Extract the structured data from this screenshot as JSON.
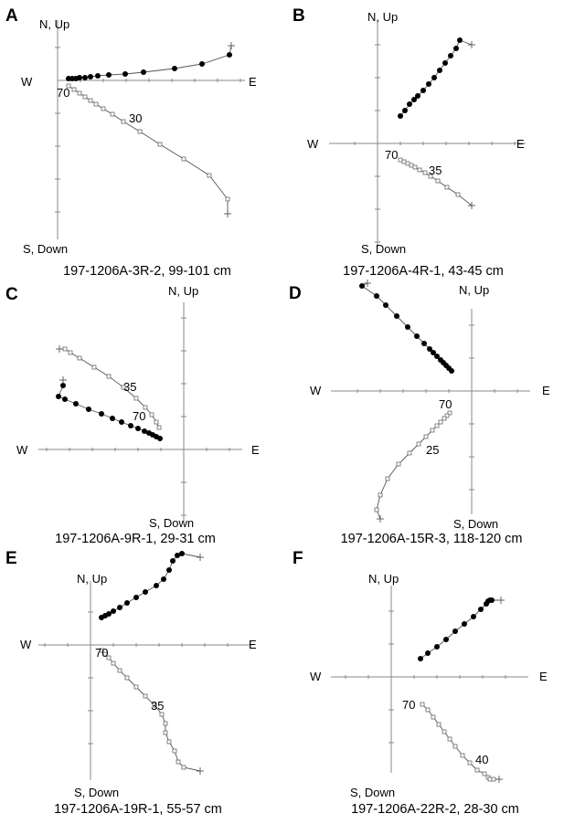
{
  "chart_data": [
    {
      "type": "scatter",
      "letter": "A",
      "caption": "197-1206A-3R-2, 99-101 cm",
      "axis_labels": {
        "n": "N, Up",
        "s": "S, Down",
        "w": "W",
        "e": "E"
      },
      "annotations": [
        "70",
        "30"
      ],
      "horizontal": [
        [
          0.12,
          0.02
        ],
        [
          0.16,
          0.02
        ],
        [
          0.2,
          0.02
        ],
        [
          0.24,
          0.03
        ],
        [
          0.3,
          0.03
        ],
        [
          0.36,
          0.04
        ],
        [
          0.44,
          0.05
        ],
        [
          0.56,
          0.06
        ],
        [
          0.74,
          0.07
        ],
        [
          0.94,
          0.09
        ],
        [
          1.28,
          0.13
        ],
        [
          1.58,
          0.18
        ],
        [
          1.88,
          0.28
        ],
        [
          1.9,
          0.38
        ]
      ],
      "vertical": [
        [
          0.12,
          -0.06
        ],
        [
          0.18,
          -0.1
        ],
        [
          0.24,
          -0.14
        ],
        [
          0.3,
          -0.18
        ],
        [
          0.36,
          -0.22
        ],
        [
          0.42,
          -0.26
        ],
        [
          0.5,
          -0.31
        ],
        [
          0.6,
          -0.37
        ],
        [
          0.72,
          -0.45
        ],
        [
          0.9,
          -0.56
        ],
        [
          1.12,
          -0.7
        ],
        [
          1.38,
          -0.86
        ],
        [
          1.66,
          -1.04
        ],
        [
          1.86,
          -1.3
        ],
        [
          1.86,
          -1.46
        ]
      ]
    },
    {
      "type": "scatter",
      "letter": "B",
      "caption": "197-1206A-4R-1, 43-45 cm",
      "axis_labels": {
        "n": "N, Up",
        "s": "S, Down",
        "w": "W",
        "e": "E"
      },
      "annotations": [
        "70",
        "35"
      ],
      "horizontal": [
        [
          0.25,
          0.3
        ],
        [
          0.3,
          0.36
        ],
        [
          0.35,
          0.43
        ],
        [
          0.4,
          0.48
        ],
        [
          0.44,
          0.52
        ],
        [
          0.5,
          0.58
        ],
        [
          0.56,
          0.65
        ],
        [
          0.62,
          0.72
        ],
        [
          0.68,
          0.8
        ],
        [
          0.74,
          0.88
        ],
        [
          0.8,
          0.96
        ],
        [
          0.86,
          1.04
        ],
        [
          0.9,
          1.13
        ],
        [
          1.03,
          1.08
        ]
      ],
      "vertical": [
        [
          0.25,
          -0.18
        ],
        [
          0.29,
          -0.2
        ],
        [
          0.33,
          -0.22
        ],
        [
          0.37,
          -0.24
        ],
        [
          0.41,
          -0.26
        ],
        [
          0.46,
          -0.29
        ],
        [
          0.52,
          -0.32
        ],
        [
          0.58,
          -0.36
        ],
        [
          0.66,
          -0.41
        ],
        [
          0.76,
          -0.48
        ],
        [
          0.88,
          -0.56
        ],
        [
          1.03,
          -0.68
        ]
      ]
    },
    {
      "type": "scatter",
      "letter": "C",
      "caption": "197-1206A-9R-1, 29-31 cm",
      "axis_labels": {
        "n": "N, Up",
        "s": "S, Down",
        "w": "W",
        "e": "E"
      },
      "annotations": [
        "35",
        "70"
      ],
      "horizontal": [
        [
          -0.26,
          0.12
        ],
        [
          -0.3,
          0.14
        ],
        [
          -0.34,
          0.16
        ],
        [
          -0.38,
          0.18
        ],
        [
          -0.43,
          0.2
        ],
        [
          -0.5,
          0.23
        ],
        [
          -0.58,
          0.26
        ],
        [
          -0.68,
          0.3
        ],
        [
          -0.78,
          0.34
        ],
        [
          -0.9,
          0.39
        ],
        [
          -1.04,
          0.44
        ],
        [
          -1.18,
          0.5
        ],
        [
          -1.3,
          0.55
        ],
        [
          -1.37,
          0.58
        ],
        [
          -1.32,
          0.7
        ],
        [
          -1.32,
          0.76
        ]
      ],
      "vertical": [
        [
          -0.27,
          0.24
        ],
        [
          -0.3,
          0.3
        ],
        [
          -0.35,
          0.38
        ],
        [
          -0.42,
          0.46
        ],
        [
          -0.52,
          0.56
        ],
        [
          -0.66,
          0.68
        ],
        [
          -0.82,
          0.8
        ],
        [
          -0.98,
          0.9
        ],
        [
          -1.14,
          1.0
        ],
        [
          -1.24,
          1.06
        ],
        [
          -1.3,
          1.1
        ],
        [
          -1.36,
          1.1
        ]
      ]
    },
    {
      "type": "scatter",
      "letter": "D",
      "caption": "197-1206A-15R-3, 118-120 cm",
      "axis_labels": {
        "n": "N, Up",
        "s": "S, Down",
        "w": "W",
        "e": "E"
      },
      "annotations": [
        "70",
        "25"
      ],
      "horizontal": [
        [
          -0.22,
          0.22
        ],
        [
          -0.25,
          0.25
        ],
        [
          -0.28,
          0.28
        ],
        [
          -0.31,
          0.31
        ],
        [
          -0.34,
          0.34
        ],
        [
          -0.38,
          0.38
        ],
        [
          -0.42,
          0.42
        ],
        [
          -0.46,
          0.46
        ],
        [
          -0.52,
          0.52
        ],
        [
          -0.6,
          0.6
        ],
        [
          -0.7,
          0.7
        ],
        [
          -0.82,
          0.82
        ],
        [
          -0.94,
          0.94
        ],
        [
          -1.04,
          1.04
        ],
        [
          -1.2,
          1.15
        ],
        [
          -1.14,
          1.18
        ]
      ],
      "vertical": [
        [
          -0.24,
          -0.24
        ],
        [
          -0.27,
          -0.27
        ],
        [
          -0.3,
          -0.3
        ],
        [
          -0.34,
          -0.34
        ],
        [
          -0.38,
          -0.38
        ],
        [
          -0.43,
          -0.43
        ],
        [
          -0.5,
          -0.5
        ],
        [
          -0.58,
          -0.58
        ],
        [
          -0.68,
          -0.68
        ],
        [
          -0.8,
          -0.8
        ],
        [
          -0.92,
          -0.96
        ],
        [
          -1.0,
          -1.14
        ],
        [
          -1.04,
          -1.3
        ],
        [
          -1.0,
          -1.4
        ]
      ]
    },
    {
      "type": "scatter",
      "letter": "E",
      "caption": "197-1206A-19R-1, 55-57 cm",
      "axis_labels": {
        "n": "N, Up",
        "s": "S, Down",
        "w": "W",
        "e": "E"
      },
      "annotations": [
        "70",
        "35"
      ],
      "horizontal": [
        [
          0.12,
          0.3
        ],
        [
          0.16,
          0.32
        ],
        [
          0.2,
          0.34
        ],
        [
          0.25,
          0.37
        ],
        [
          0.32,
          0.41
        ],
        [
          0.4,
          0.46
        ],
        [
          0.5,
          0.52
        ],
        [
          0.6,
          0.58
        ],
        [
          0.72,
          0.65
        ],
        [
          0.8,
          0.72
        ],
        [
          0.86,
          0.82
        ],
        [
          0.9,
          0.92
        ],
        [
          0.95,
          0.98
        ],
        [
          1.0,
          1.0
        ],
        [
          1.2,
          0.96
        ]
      ],
      "vertical": [
        [
          0.12,
          -0.06
        ],
        [
          0.16,
          -0.1
        ],
        [
          0.2,
          -0.14
        ],
        [
          0.25,
          -0.2
        ],
        [
          0.32,
          -0.28
        ],
        [
          0.4,
          -0.36
        ],
        [
          0.5,
          -0.46
        ],
        [
          0.6,
          -0.56
        ],
        [
          0.7,
          -0.66
        ],
        [
          0.78,
          -0.76
        ],
        [
          0.82,
          -0.86
        ],
        [
          0.82,
          -0.96
        ],
        [
          0.86,
          -1.06
        ],
        [
          0.92,
          -1.16
        ],
        [
          0.96,
          -1.28
        ],
        [
          1.02,
          -1.34
        ],
        [
          1.2,
          -1.38
        ]
      ]
    },
    {
      "type": "scatter",
      "letter": "F",
      "caption": "197-1206A-22R-2, 28-30 cm",
      "axis_labels": {
        "n": "N, Up",
        "s": "S, Down",
        "w": "W",
        "e": "E"
      },
      "annotations": [
        "70",
        "40"
      ],
      "horizontal": [
        [
          0.32,
          0.2
        ],
        [
          0.4,
          0.26
        ],
        [
          0.5,
          0.33
        ],
        [
          0.6,
          0.41
        ],
        [
          0.7,
          0.5
        ],
        [
          0.8,
          0.58
        ],
        [
          0.9,
          0.66
        ],
        [
          0.98,
          0.74
        ],
        [
          1.04,
          0.8
        ],
        [
          1.06,
          0.83
        ],
        [
          1.08,
          0.84
        ],
        [
          1.1,
          0.84
        ],
        [
          1.2,
          0.84
        ]
      ],
      "vertical": [
        [
          0.34,
          -0.3
        ],
        [
          0.4,
          -0.36
        ],
        [
          0.46,
          -0.44
        ],
        [
          0.52,
          -0.52
        ],
        [
          0.58,
          -0.6
        ],
        [
          0.64,
          -0.68
        ],
        [
          0.7,
          -0.76
        ],
        [
          0.78,
          -0.86
        ],
        [
          0.86,
          -0.94
        ],
        [
          0.94,
          -1.02
        ],
        [
          1.02,
          -1.06
        ],
        [
          1.06,
          -1.1
        ],
        [
          1.08,
          -1.12
        ],
        [
          1.12,
          -1.12
        ],
        [
          1.18,
          -1.12
        ]
      ]
    }
  ]
}
